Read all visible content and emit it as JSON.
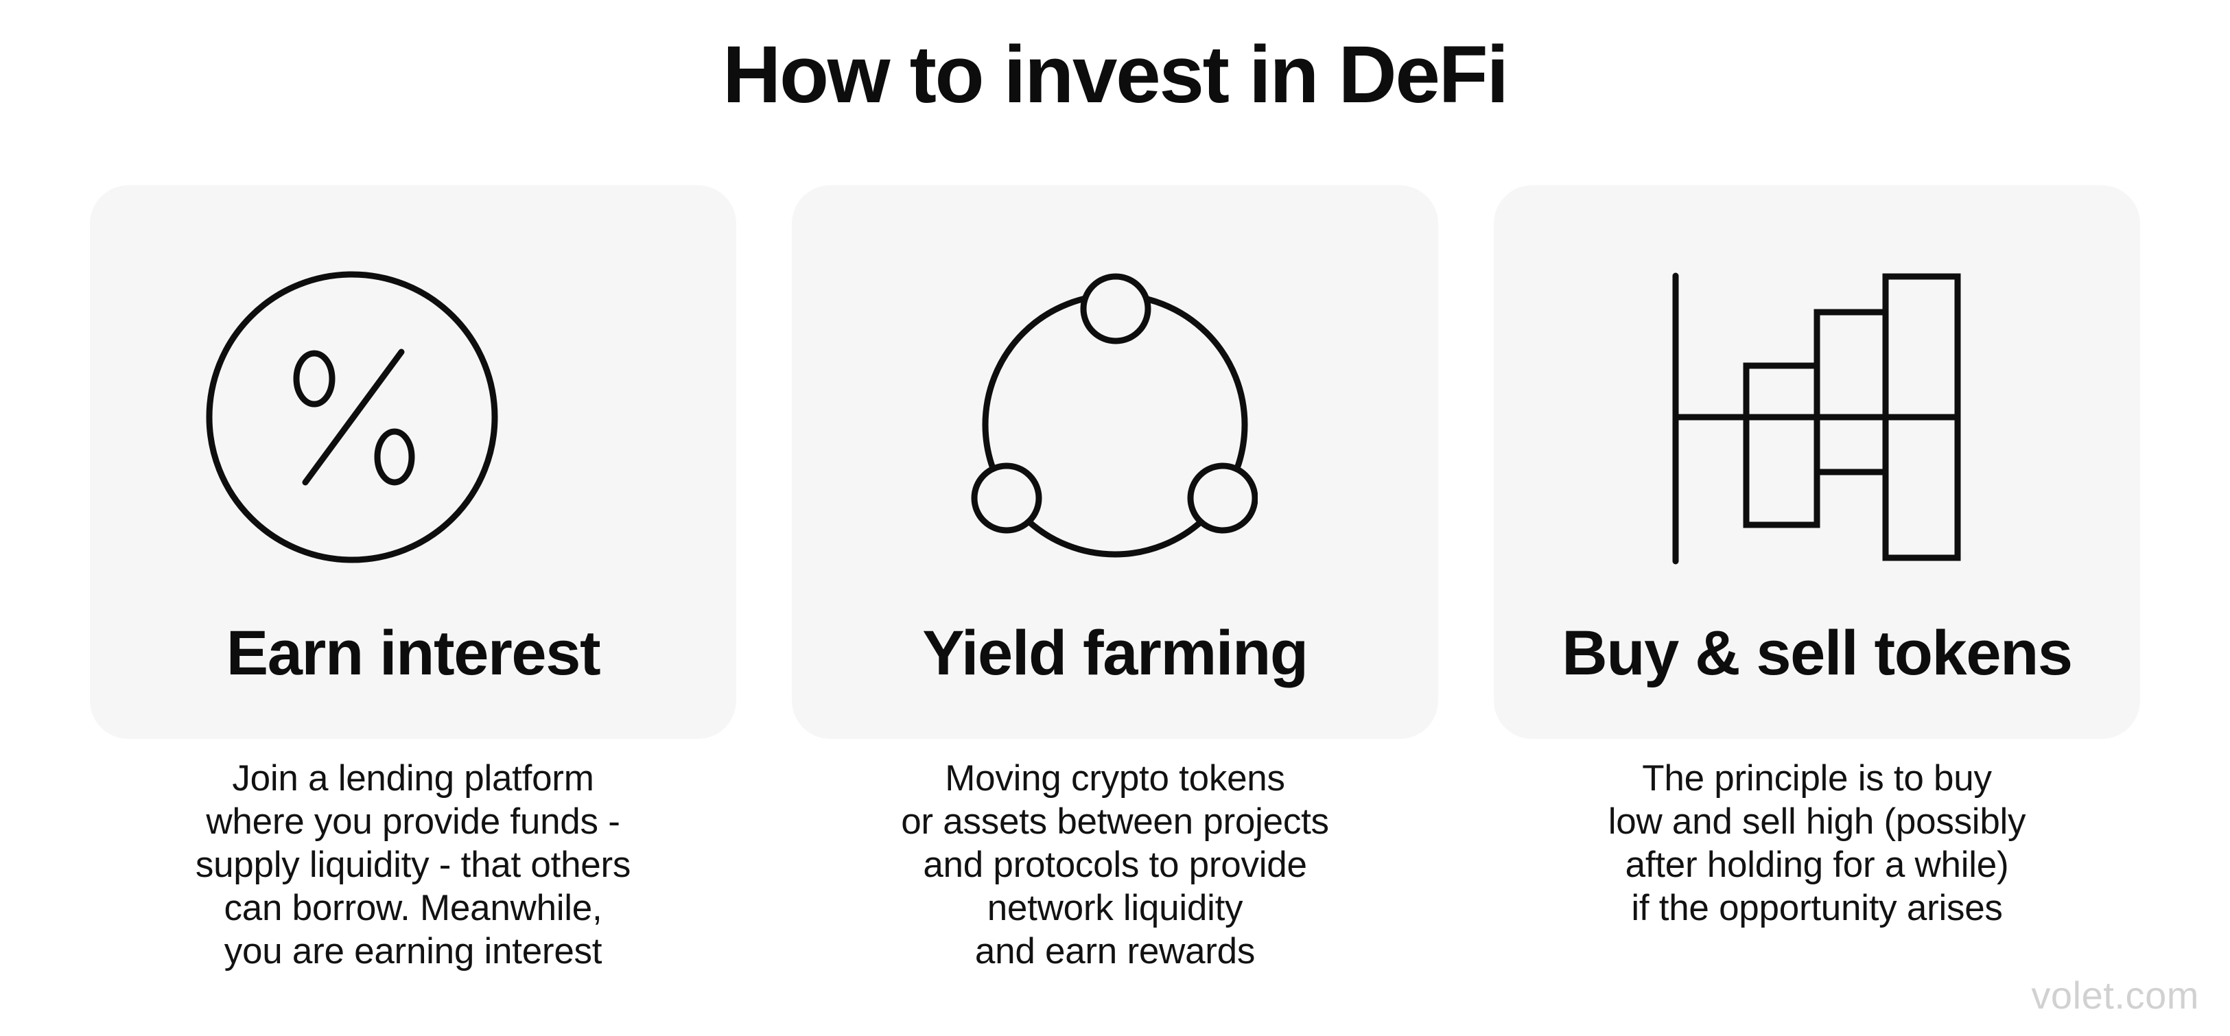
{
  "title": "How to invest in DeFi",
  "cards": [
    {
      "icon": "percent-circle-icon",
      "heading": "Earn interest",
      "description": "Join a lending platform\nwhere you provide funds -\nsupply liquidity - that others\ncan borrow. Meanwhile,\nyou are earning interest"
    },
    {
      "icon": "network-cycle-icon",
      "heading": "Yield farming",
      "description": "Moving crypto tokens\nor assets between projects\nand protocols to provide\nnetwork liquidity\nand earn rewards"
    },
    {
      "icon": "bar-chart-icon",
      "heading": "Buy & sell tokens",
      "description": "The principle is to buy\nlow and sell high (possibly\nafter holding for a while)\nif the opportunity arises"
    }
  ],
  "footer": {
    "watermark": "volet.com"
  },
  "colors": {
    "background": "#ffffff",
    "card_background": "#f6f6f6",
    "text": "#0d0d0d",
    "icon_stroke": "#0e0e0e",
    "watermark": "#d1d1d1"
  }
}
